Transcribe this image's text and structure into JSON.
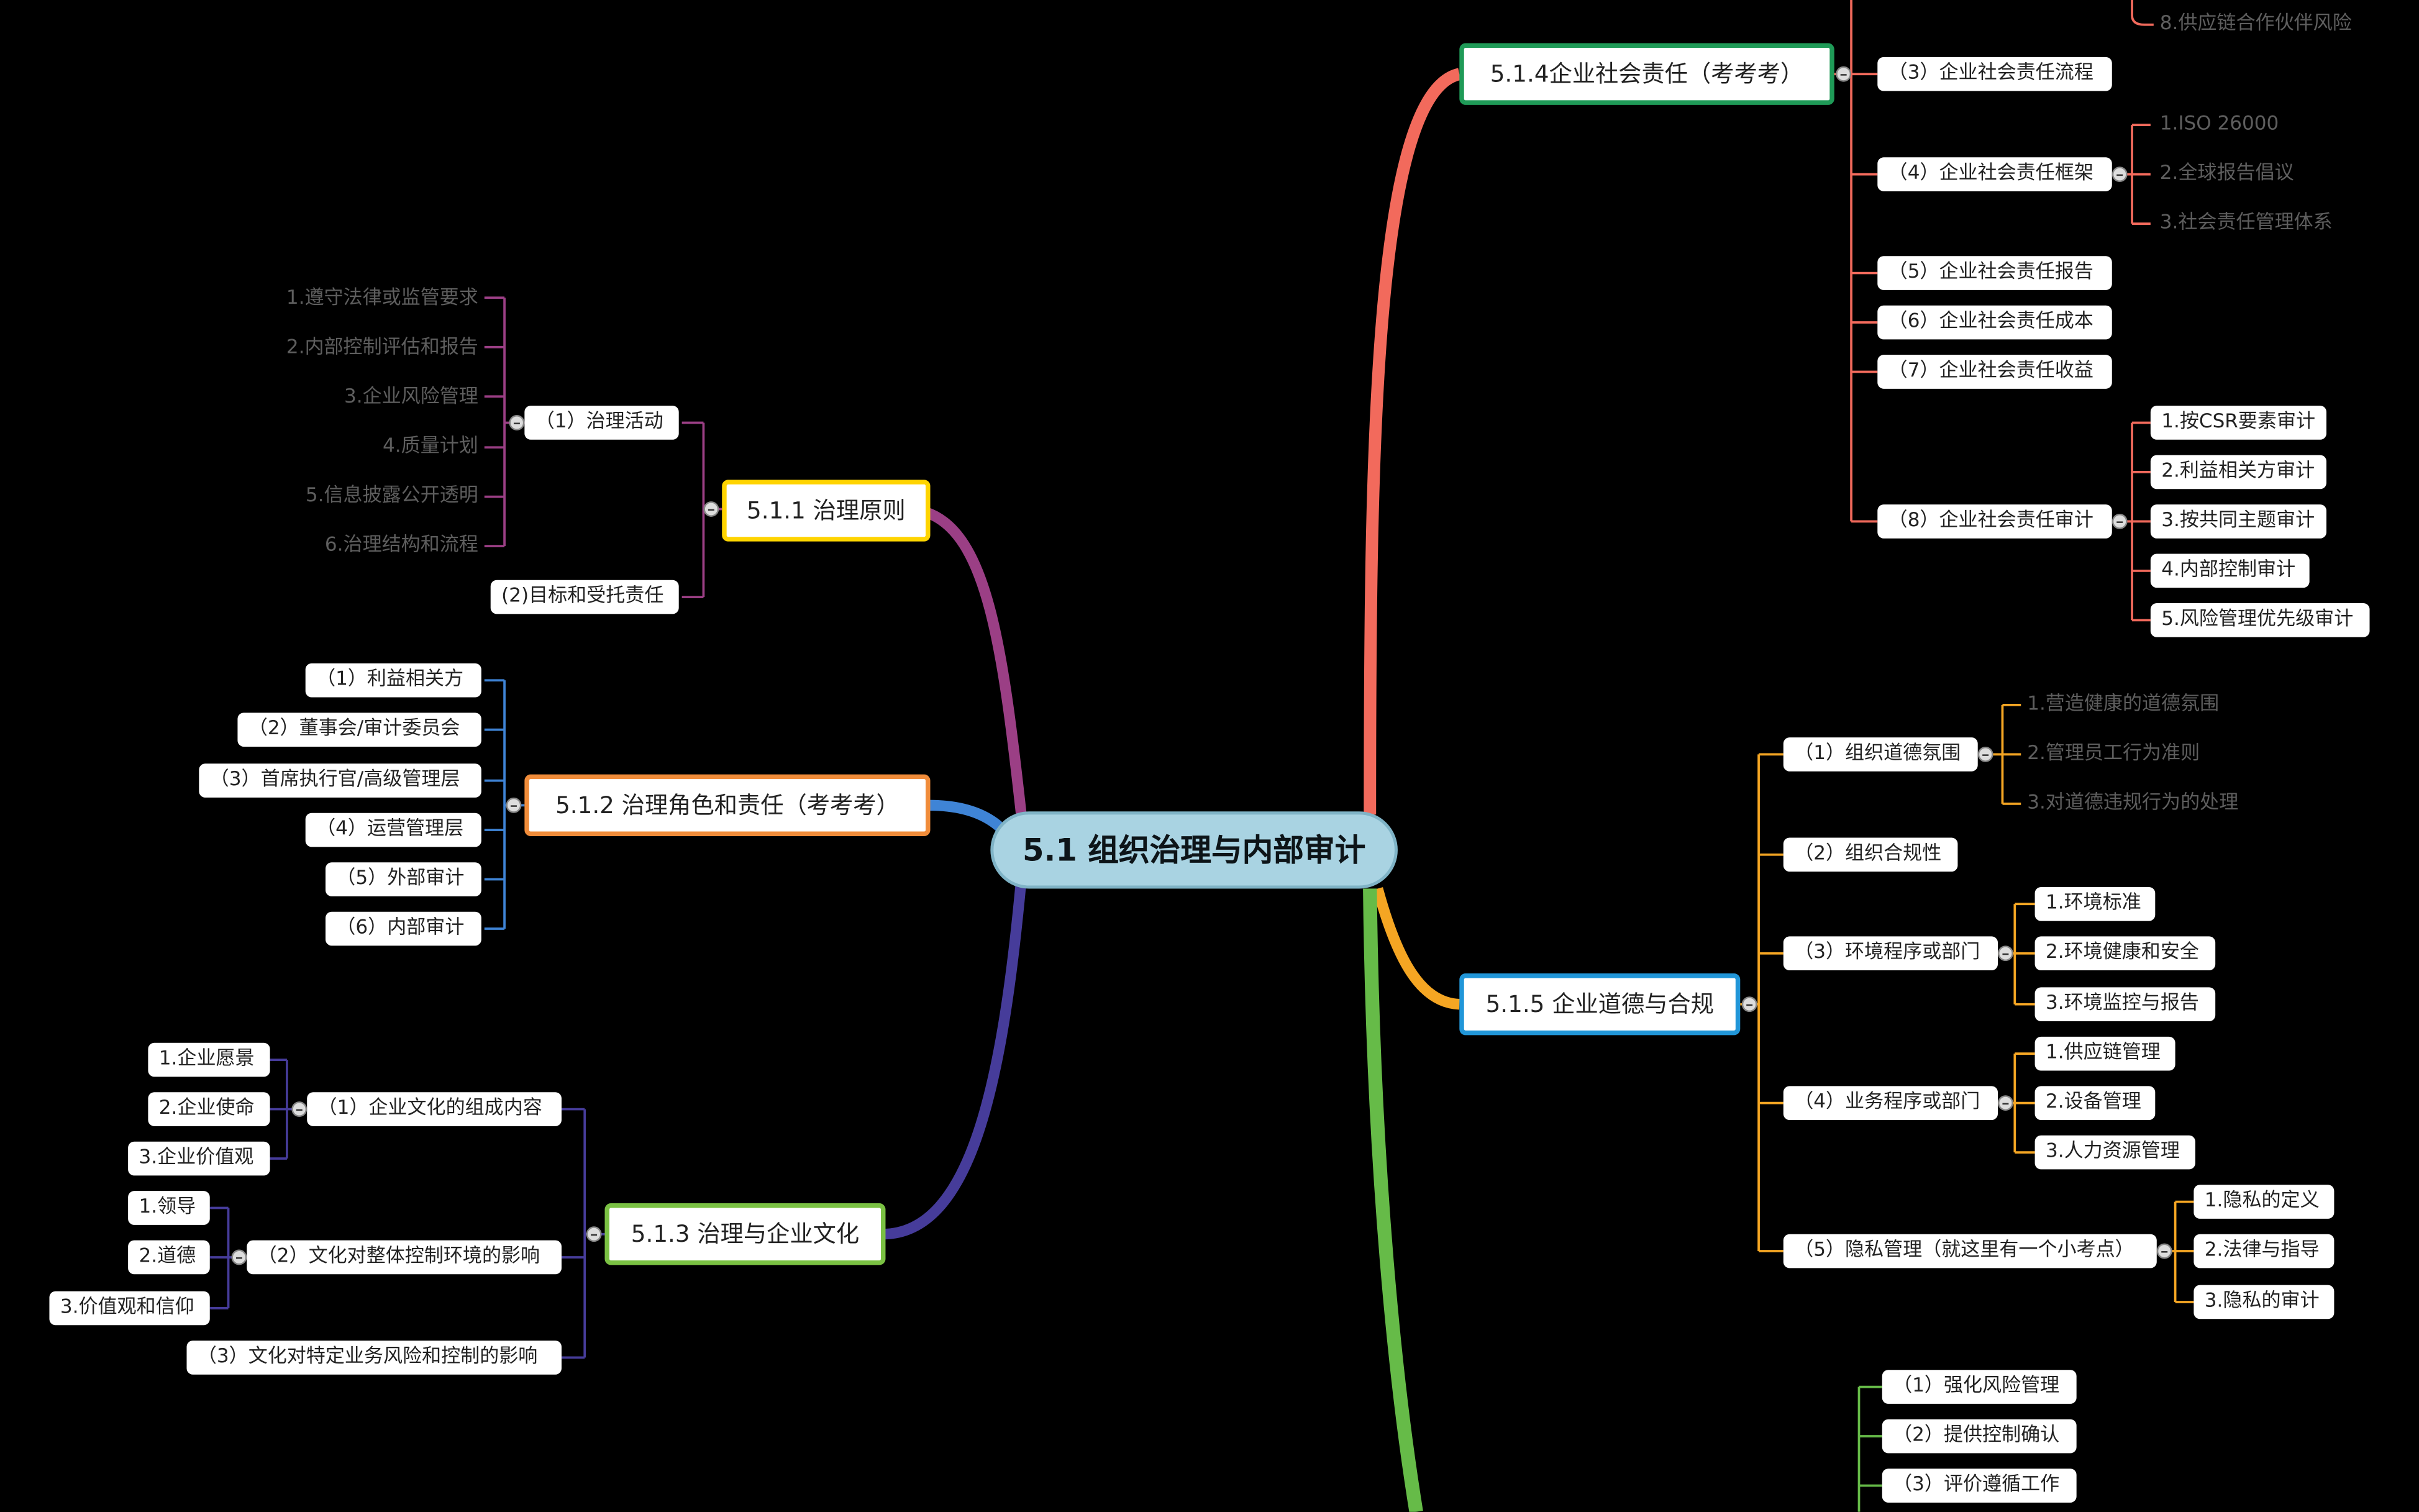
{
  "central": "5.1 组织治理与内部审计",
  "colors": {
    "b511": "#ffd400",
    "b512": "#f08c3a",
    "b513": "#7ac143",
    "b514": "#1f9a57",
    "b515": "#2196d8"
  },
  "b511": {
    "title": "5.1.1 治理原则",
    "act": "（1）治理活动",
    "act_items": [
      "1.遵守法律或监管要求",
      "2.内部控制评估和报告",
      "3.企业风险管理",
      "4.质量计划",
      "5.信息披露公开透明",
      "6.治理结构和流程"
    ],
    "goal": "(2)目标和受托责任"
  },
  "b512": {
    "title": "5.1.2 治理角色和责任（考考考）",
    "items": [
      "（1）利益相关方",
      "（2）董事会/审计委员会",
      "（3）首席执行官/高级管理层",
      "（4）运营管理层",
      "（5）外部审计",
      "（6）内部审计"
    ]
  },
  "b513": {
    "title": "5.1.3 治理与企业文化",
    "c1": "（1）企业文化的组成内容",
    "c1_items": [
      "1.企业愿景",
      "2.企业使命",
      "3.企业价值观"
    ],
    "c2": "（2）文化对整体控制环境的影响",
    "c2_items": [
      "1.领导",
      "2.道德",
      "3.价值观和信仰"
    ],
    "c3": "（3）文化对特定业务风险和控制的影响"
  },
  "b514": {
    "title": "5.1.4企业社会责任（考考考）",
    "top_leaf": "8.供应链合作伙伴风险",
    "s3": "（3）企业社会责任流程",
    "s4": "（4）企业社会责任框架",
    "s4_items": [
      "1.ISO 26000",
      "2.全球报告倡议",
      "3.社会责任管理体系"
    ],
    "s5": "（5）企业社会责任报告",
    "s6": "（6）企业社会责任成本",
    "s7": "（7）企业社会责任收益",
    "s8": "（8）企业社会责任审计",
    "s8_items": [
      "1.按CSR要素审计",
      "2.利益相关方审计",
      "3.按共同主题审计",
      "4.内部控制审计",
      "5.风险管理优先级审计"
    ]
  },
  "b515": {
    "title": "5.1.5 企业道德与合规",
    "e1": "（1）组织道德氛围",
    "e1_items": [
      "1.营造健康的道德氛围",
      "2.管理员工行为准则",
      "3.对道德违规行为的处理"
    ],
    "e2": "（2）组织合规性",
    "e3": "（3）环境程序或部门",
    "e3_items": [
      "1.环境标准",
      "2.环境健康和安全",
      "3.环境监控与报告"
    ],
    "e4": "（4）业务程序或部门",
    "e4_items": [
      "1.供应链管理",
      "2.设备管理",
      "3.人力资源管理"
    ],
    "e5": "（5）隐私管理（就这里有一个小考点）",
    "e5_items": [
      "1.隐私的定义",
      "2.法律与指导",
      "3.隐私的审计"
    ]
  },
  "b516": {
    "items": [
      "（1）强化风险管理",
      "（2）提供控制确认",
      "（3）评价遵循工作"
    ]
  }
}
